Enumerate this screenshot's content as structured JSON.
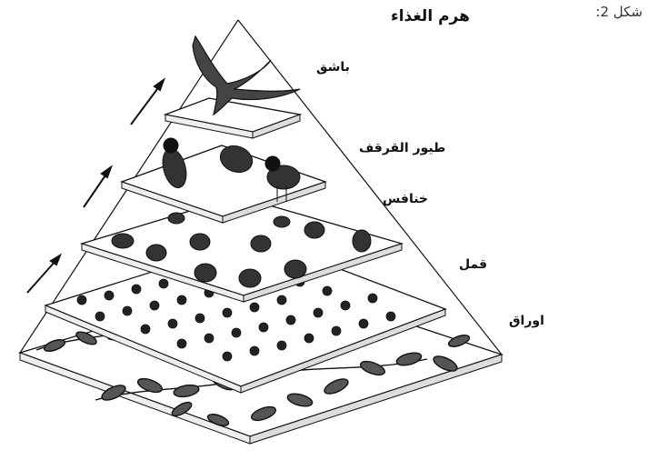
{
  "figure": {
    "caption": "شكل 2:",
    "title": "هرم الغذاء"
  },
  "levels": [
    {
      "label": "باشق",
      "icon": "hawk-icon"
    },
    {
      "label": "طيور القرقف",
      "icon": "bird-icon"
    },
    {
      "label": "خنافس",
      "icon": "beetle-icon"
    },
    {
      "label": "قمل",
      "icon": "aphid-icon"
    },
    {
      "label": "اوراق",
      "icon": "leaf-icon"
    }
  ],
  "colors": {
    "ink": "#111111",
    "paper": "#ffffff"
  }
}
